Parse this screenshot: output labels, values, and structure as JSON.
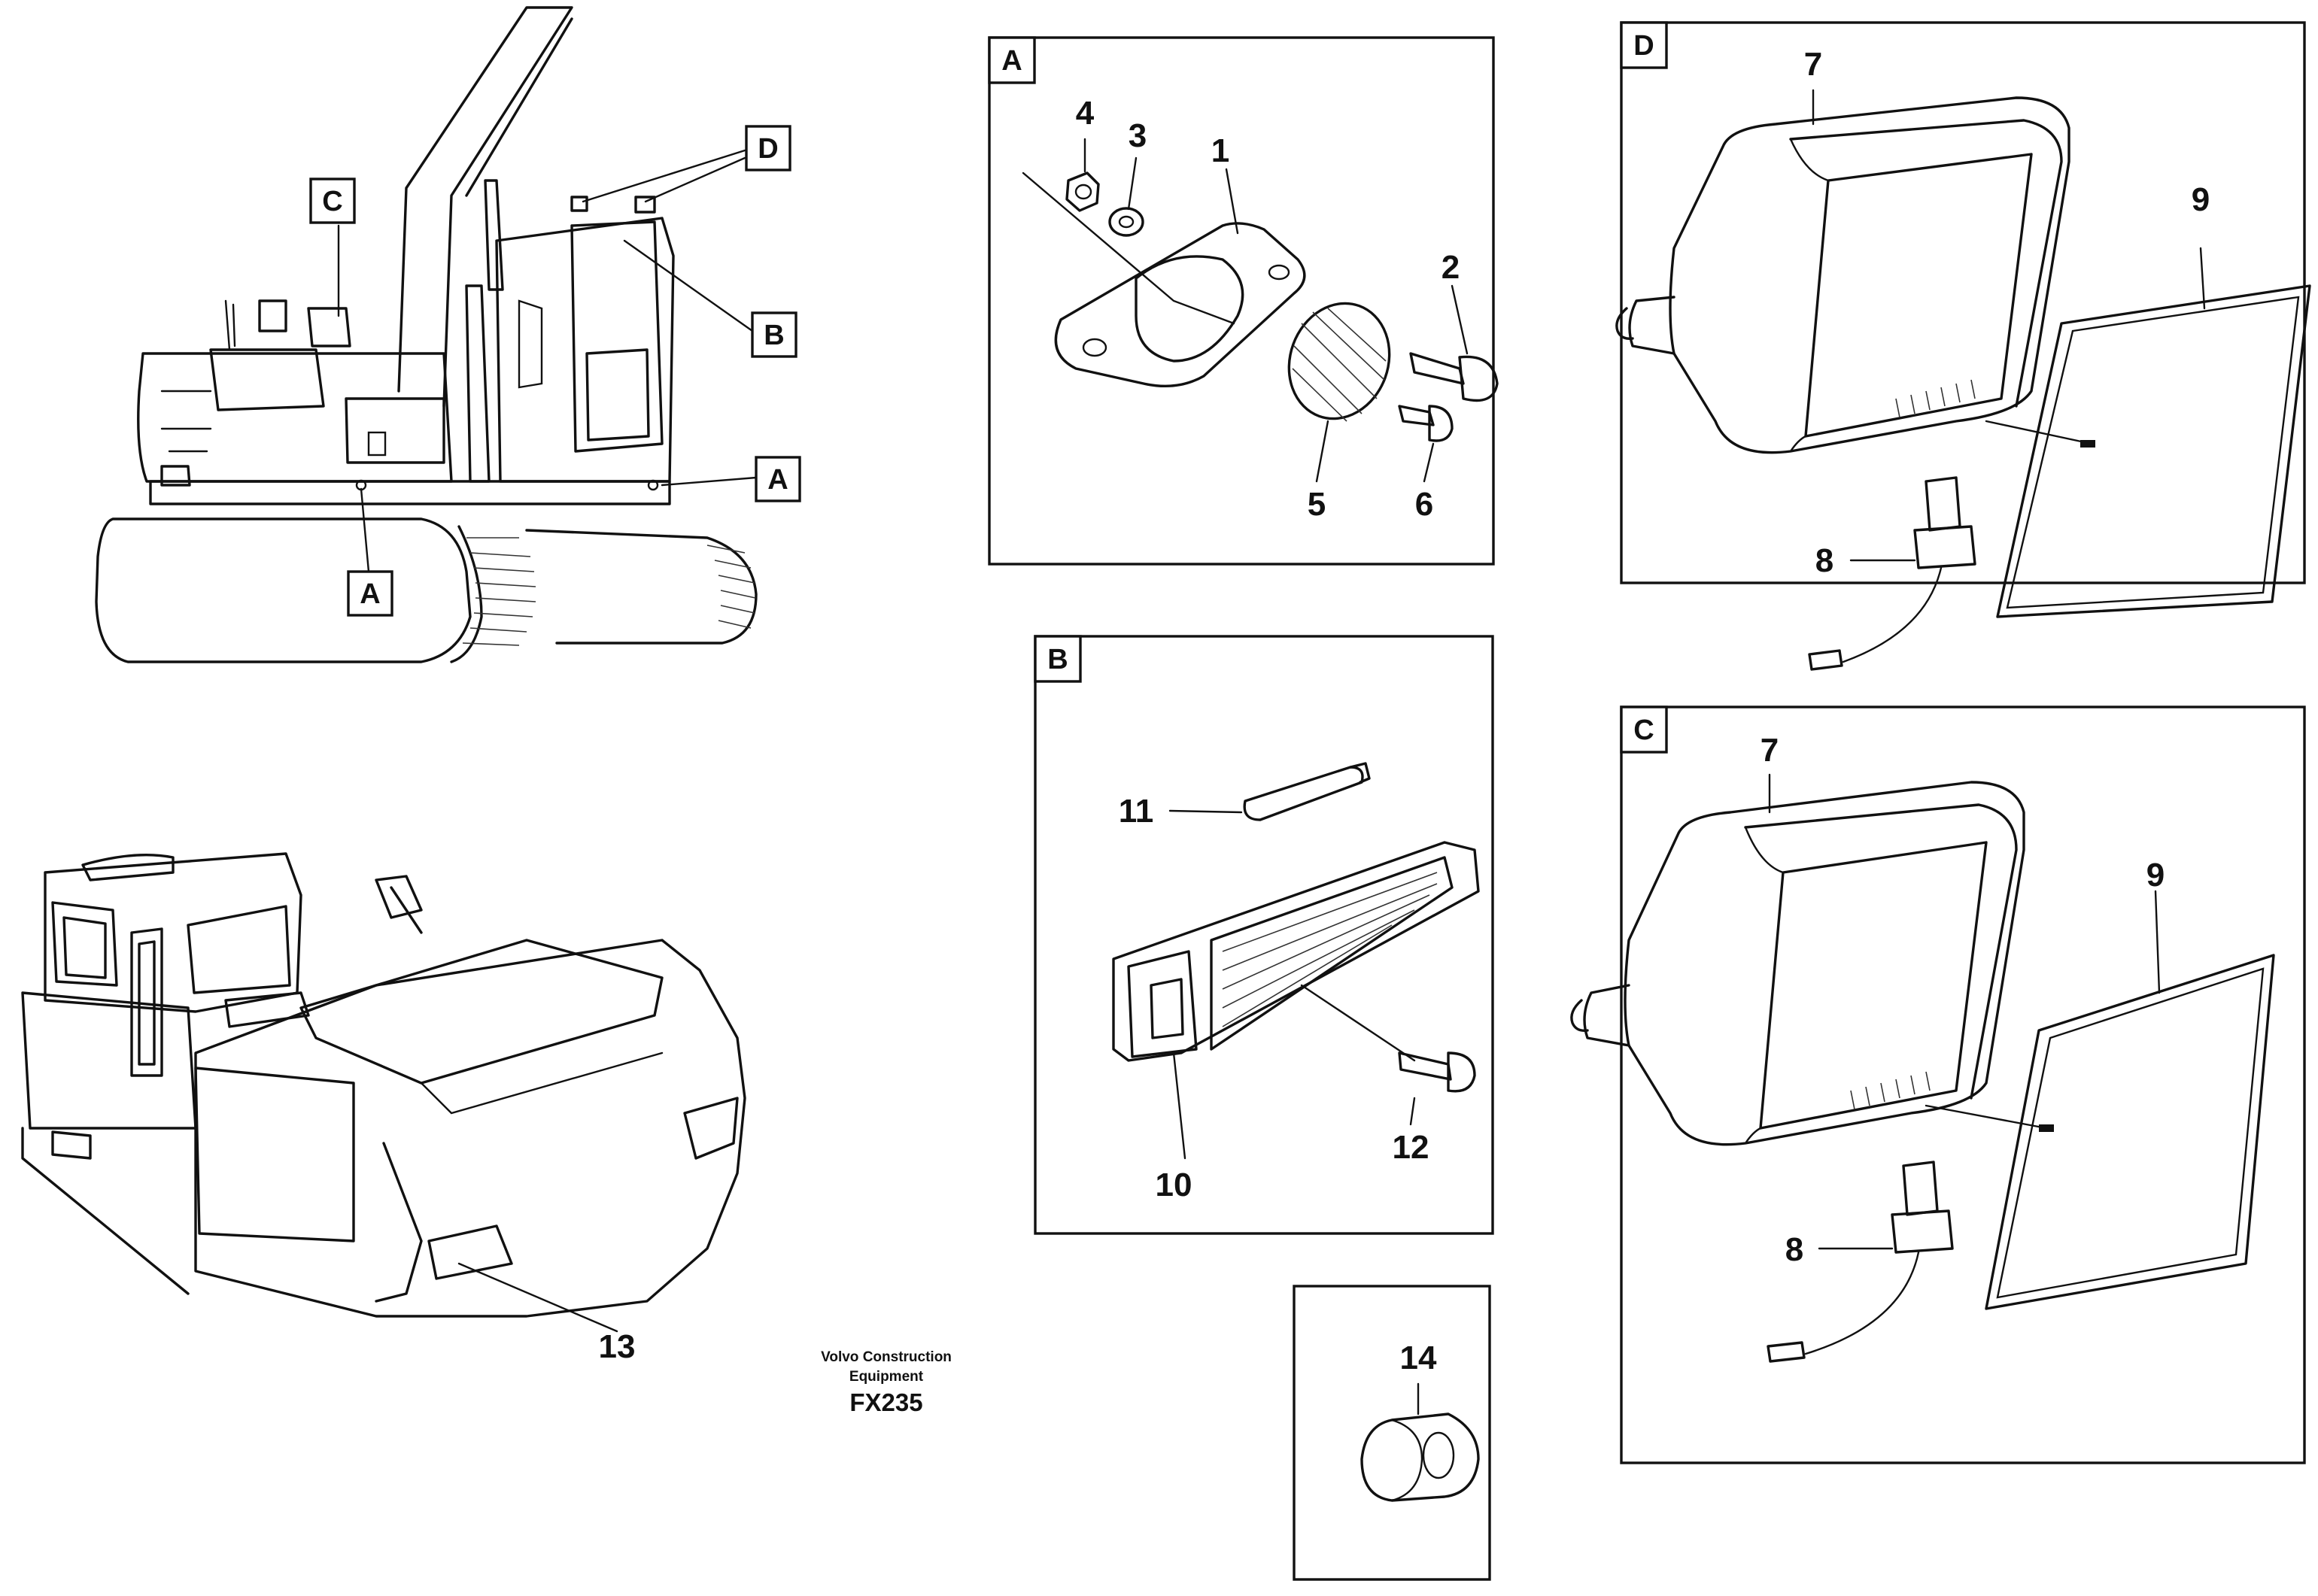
{
  "callouts": {
    "overview_A1": "A",
    "overview_A2": "A",
    "overview_B": "B",
    "overview_C": "C",
    "overview_D": "D"
  },
  "panels": {
    "A": {
      "tag": "A",
      "parts": {
        "p1": "1",
        "p2": "2",
        "p3": "3",
        "p4": "4",
        "p5": "5",
        "p6": "6"
      }
    },
    "B": {
      "tag": "B",
      "parts": {
        "p10": "10",
        "p11": "11",
        "p12": "12"
      }
    },
    "C": {
      "tag": "C",
      "parts": {
        "p7": "7",
        "p8": "8",
        "p9": "9"
      }
    },
    "D": {
      "tag": "D",
      "parts": {
        "p7": "7",
        "p8": "8",
        "p9": "9"
      }
    },
    "single": {
      "parts": {
        "p14": "14"
      }
    }
  },
  "rear_view": {
    "p13": "13"
  },
  "caption": {
    "line1": "Volvo Construction",
    "line2": "Equipment",
    "code": "FX235"
  }
}
